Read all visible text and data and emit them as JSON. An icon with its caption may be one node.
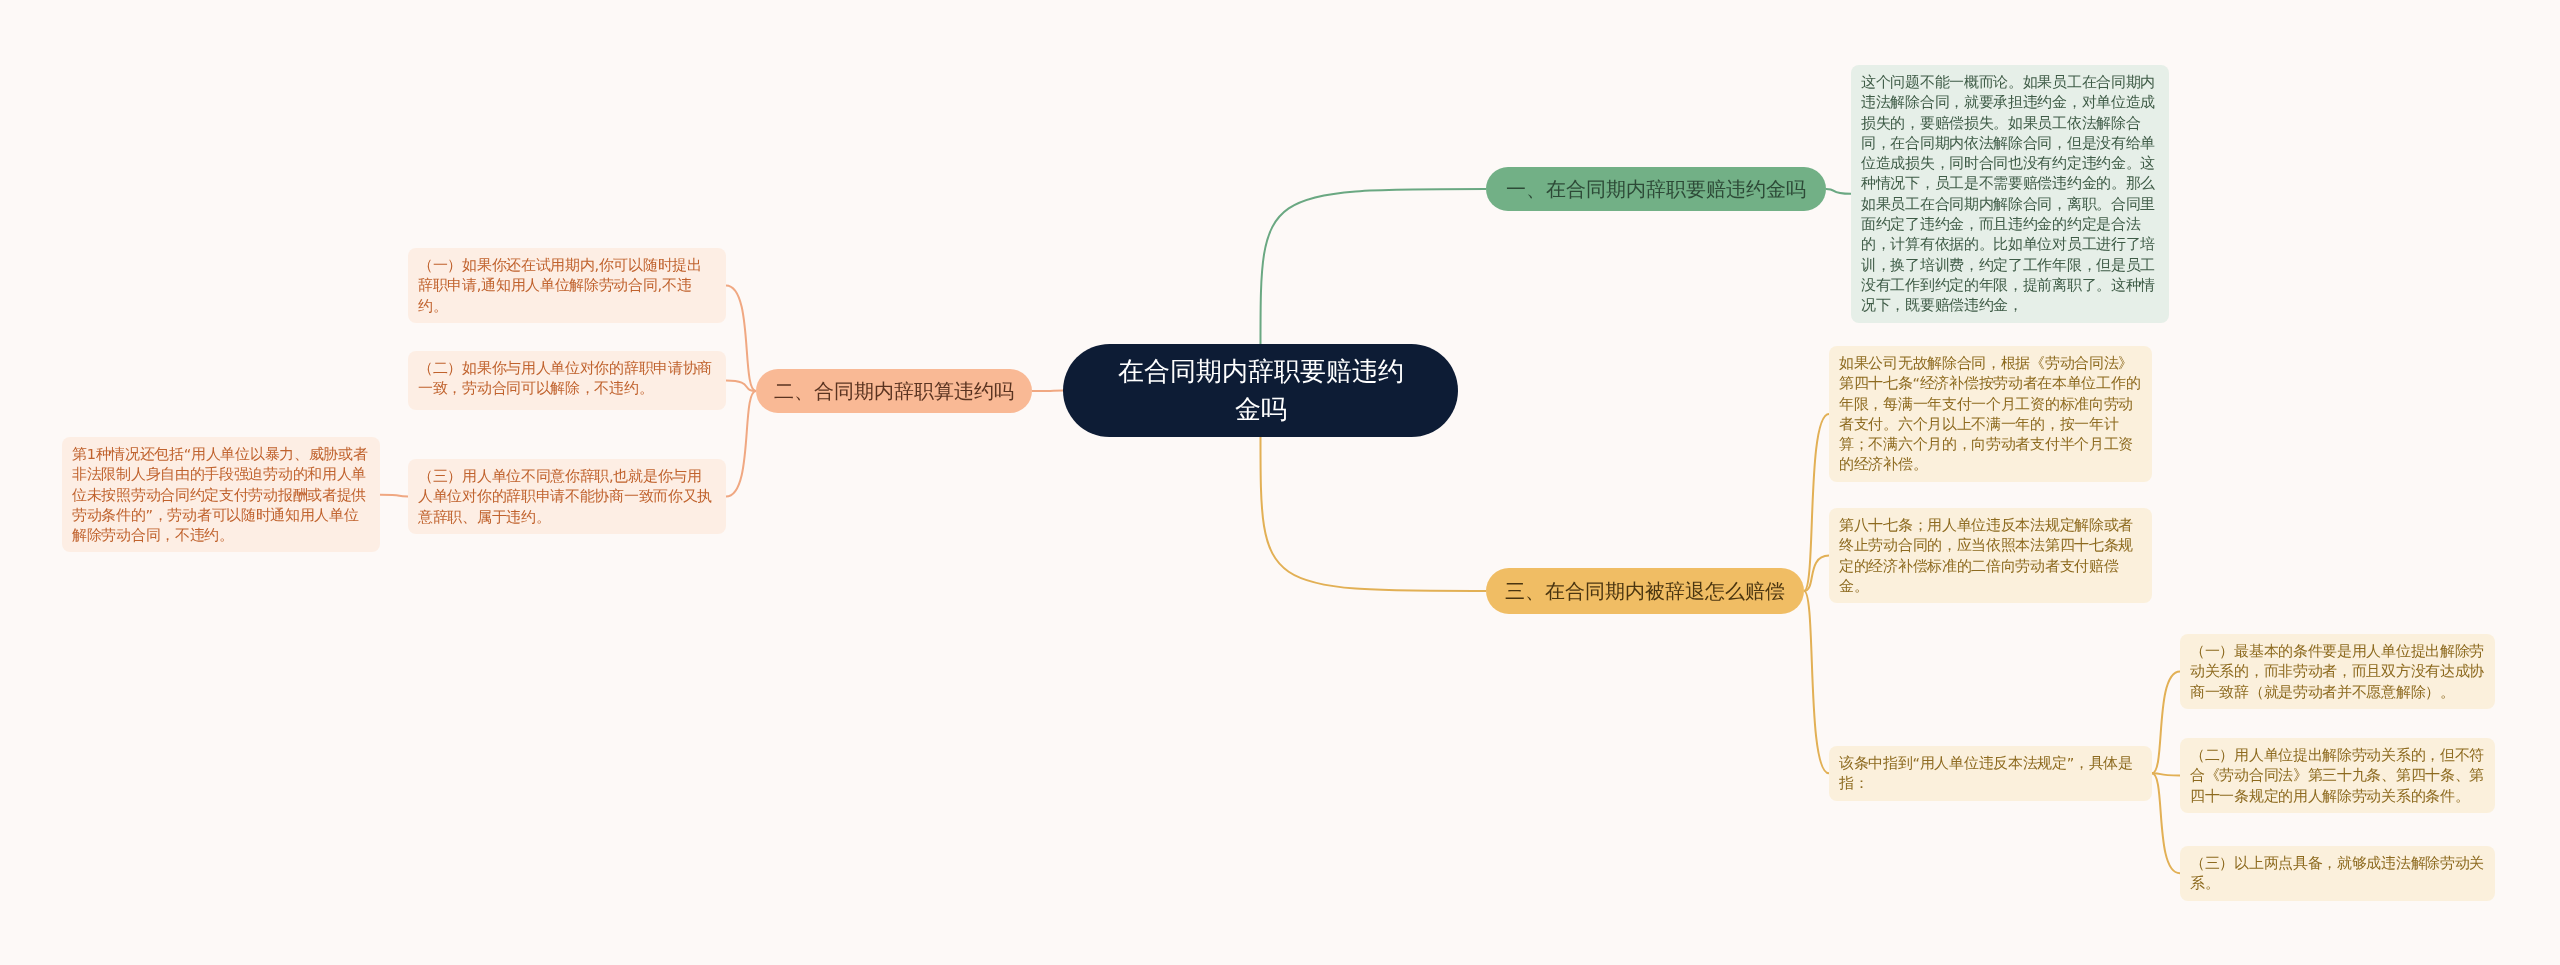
{
  "diagram": {
    "nodes": [
      {
        "text": [
          "在合同期内辞职要赔违约金吗"
        ]
      },
      {
        "text": [
          "一、在合同期内辞职要赔违约金吗"
        ]
      },
      {
        "text": [
          "这个问题不能一概而论。如果员工在合同期内违法解除合同，就要承担违约金，对单位造成损失的，要赔偿损失。如果员工依法解除合同，在合同期内依法解除合同，但是没有给单位造成损失，同时合同也没有约定违约金。这种情况下，员工是不需要赔偿违约金的。那么如果员工在合同期内解除合同，离职。合同里面约定了违约金，而且违约金的约定是合法的，计算有依据的。比如单位对员工进行了培训，换了培训费，约定了工作年限，但是员工没有工作到约定的年限，提前离职了。这种情况下，既要赔偿违约金，"
        ]
      },
      {
        "text": [
          "二、合同期内辞职算违约吗"
        ]
      },
      {
        "text": [
          "（一）如果你还在试用期内,你可以随时提出辞职申请,通知用人单位解除劳动合同,不违约。"
        ]
      },
      {
        "text": [
          "（二）如果你与用人单位对你的辞职申请协商一致，劳动合同可以解除，不违约。"
        ]
      },
      {
        "text": [
          "（三）用人单位不同意你辞职,也就是你与用人单位对你的辞职申请不能协商一致而你又执意辞职、属于违约。"
        ]
      },
      {
        "text": [
          "第1种情况还包括“用人单位以暴力、威胁或者非法限制人身自由的手段强迫劳动的和用人单位未按照劳动合同约定支付劳动报酬或者提供劳动条件的”，劳动者可以随时通知用人单位解除劳动合同，不违约。"
        ]
      },
      {
        "text": [
          "三、在合同期内被辞退怎么赔偿"
        ]
      },
      {
        "text": [
          "如果公司无故解除合同，根据《劳动合同法》第四十七条“经济补偿按劳动者在本单位工作的年限，每满一年支付一个月工资的标准向劳动者支付。六个月以上不满一年的，按一年计算；不满六个月的，向劳动者支付半个月工资的经济补偿。"
        ]
      },
      {
        "text": [
          "第八十七条；用人单位违反本法规定解除或者终止劳动合同的，应当依照本法第四十七条规定的经济补偿标准的二倍向劳动者支付赔偿金。"
        ]
      },
      {
        "text": [
          "该条中指到“用人单位违反本法规定”，具体是指："
        ]
      },
      {
        "text": [
          "（一）最基本的条件要是用人单位提出解除劳动关系的，而非劳动者，而且双方没有达成协商一致辞（就是劳动者并不愿意解除）。"
        ]
      },
      {
        "text": [
          "（二）用人单位提出解除劳动关系的，但不符合《劳动合同法》第三十九条、第四十条、第四十一条规定的用人解除劳动关系的条件。"
        ]
      },
      {
        "text": [
          "（三）以上两点具备，就够成违法解除劳动关系。"
        ]
      }
    ],
    "edges": [
      {
        "from": 0,
        "to": 1,
        "arrow": "none",
        "color": "#6aa882"
      },
      {
        "from": 1,
        "to": 2,
        "arrow": "none",
        "color": "#6aa882"
      },
      {
        "from": 0,
        "to": 3,
        "arrow": "none",
        "color": "#f0a882"
      },
      {
        "from": 3,
        "to": 4,
        "arrow": "none",
        "color": "#f0a882"
      },
      {
        "from": 3,
        "to": 5,
        "arrow": "none",
        "color": "#f0a882"
      },
      {
        "from": 3,
        "to": 6,
        "arrow": "none",
        "color": "#f0a882"
      },
      {
        "from": 6,
        "to": 7,
        "arrow": "none",
        "color": "#f0a882"
      },
      {
        "from": 0,
        "to": 8,
        "arrow": "none"
      },
      {
        "from": 8,
        "to": 9,
        "arrow": "none"
      },
      {
        "from": 8,
        "to": 10,
        "arrow": "none"
      },
      {
        "from": 8,
        "to": 11,
        "arrow": "none"
      },
      {
        "from": 11,
        "to": 12,
        "arrow": "none"
      },
      {
        "from": 11,
        "to": 13,
        "arrow": "none"
      },
      {
        "from": 11,
        "to": 14,
        "arrow": "none"
      }
    ]
  }
}
